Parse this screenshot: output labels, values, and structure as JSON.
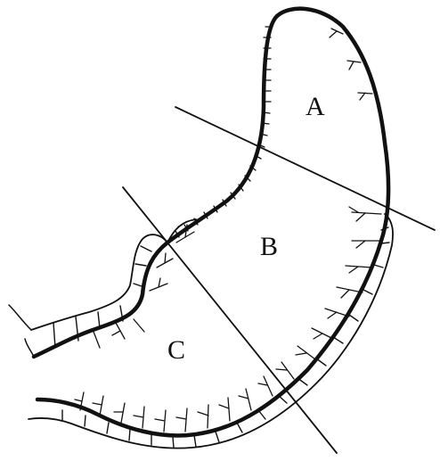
{
  "diagram": {
    "regions": [
      {
        "id": "A",
        "label": "A"
      },
      {
        "id": "B",
        "label": "B"
      },
      {
        "id": "C",
        "label": "C"
      }
    ],
    "colors": {
      "outline": "#111111",
      "background": "#ffffff"
    }
  }
}
